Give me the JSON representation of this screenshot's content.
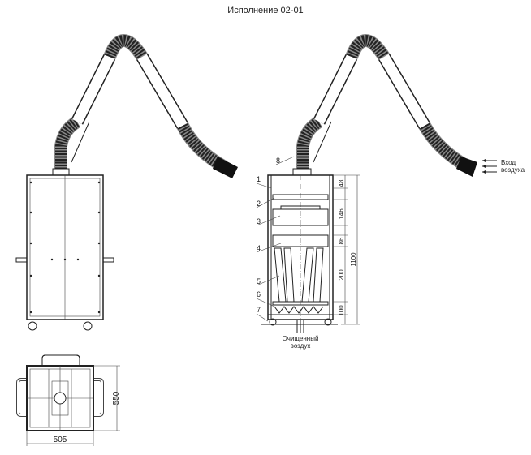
{
  "title": "Исполнение 02-01",
  "side_view": {
    "callouts": [
      "1",
      "2",
      "3",
      "4",
      "5",
      "6",
      "7",
      "8"
    ],
    "dimensions": {
      "d48": "48",
      "d146": "146",
      "d86": "86",
      "d200": "200",
      "d100": "100",
      "total": "1100"
    },
    "outlet_label_line1": "Очищенный",
    "outlet_label_line2": "воздух",
    "inlet_label_line1": "Вход",
    "inlet_label_line2": "воздуха"
  },
  "top_view": {
    "width_dim": "505",
    "depth_dim": "550"
  }
}
